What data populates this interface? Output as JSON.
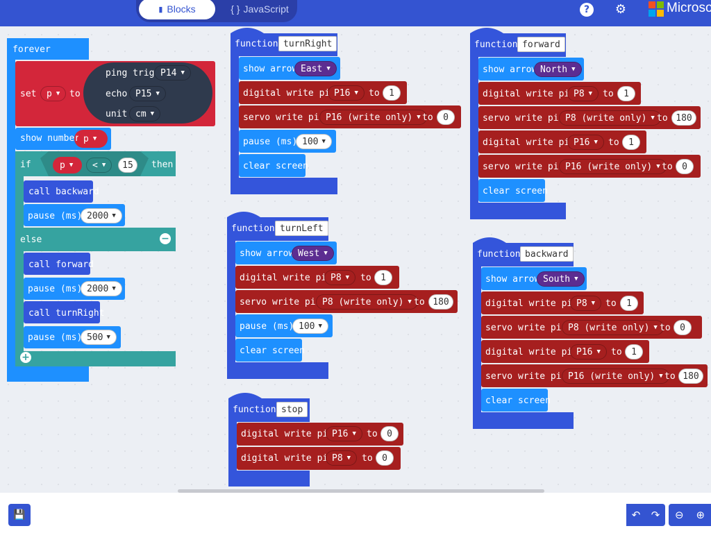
{
  "header": {
    "tab_blocks": "Blocks",
    "tab_js": "JavaScript",
    "brand": "Microsoft"
  },
  "colors": {
    "accent": "#3454d1",
    "basic": "#1e90ff",
    "function": "#3455db",
    "pins": "#a61f1f",
    "logic": "#36a3a0",
    "variable": "#d3263a",
    "sonar": "#2f3a4d",
    "led": "#5c2d91"
  },
  "forever": {
    "label": "forever",
    "set": {
      "label": "set",
      "var": "p",
      "to": "to"
    },
    "ping": {
      "trig_label": "ping trig",
      "trig": "P14",
      "echo_label": "echo",
      "echo": "P15",
      "unit_label": "unit",
      "unit": "cm"
    },
    "show_number": {
      "label": "show number",
      "var": "p"
    },
    "if": {
      "label": "if",
      "var": "p",
      "op": "<",
      "value": "15",
      "then": "then"
    },
    "call_backward": "call backward",
    "pause1": {
      "label": "pause (ms)",
      "value": "2000"
    },
    "else": "else",
    "call_forward": "call forward",
    "pause2": {
      "label": "pause (ms)",
      "value": "2000"
    },
    "call_turnright": "call turnRight",
    "pause3": {
      "label": "pause (ms)",
      "value": "500"
    }
  },
  "functions": {
    "keyword": "function",
    "turnRight": {
      "name": "turnRight",
      "arrow_label": "show arrow",
      "arrow": "East",
      "dw1": {
        "label": "digital write pin",
        "pin": "P16",
        "to": "to",
        "value": "1"
      },
      "sw": {
        "label": "servo write pin",
        "pin": "P16 (write only)",
        "to": "to",
        "value": "0"
      },
      "pause": {
        "label": "pause (ms)",
        "value": "100"
      },
      "clear": "clear screen"
    },
    "turnLeft": {
      "name": "turnLeft",
      "arrow_label": "show arrow",
      "arrow": "West",
      "dw1": {
        "label": "digital write pin",
        "pin": "P8",
        "to": "to",
        "value": "1"
      },
      "sw": {
        "label": "servo write pin",
        "pin": "P8 (write only)",
        "to": "to",
        "value": "180"
      },
      "pause": {
        "label": "pause (ms)",
        "value": "100"
      },
      "clear": "clear screen"
    },
    "stop": {
      "name": "stop",
      "dw1": {
        "label": "digital write pin",
        "pin": "P16",
        "to": "to",
        "value": "0"
      },
      "dw2": {
        "label": "digital write pin",
        "pin": "P8",
        "to": "to",
        "value": "0"
      }
    },
    "forward": {
      "name": "forward",
      "arrow_label": "show arrow",
      "arrow": "North",
      "dw1": {
        "label": "digital write pin",
        "pin": "P8",
        "to": "to",
        "value": "1"
      },
      "sw1": {
        "label": "servo write pin",
        "pin": "P8 (write only)",
        "to": "to",
        "value": "180"
      },
      "dw2": {
        "label": "digital write pin",
        "pin": "P16",
        "to": "to",
        "value": "1"
      },
      "sw2": {
        "label": "servo write pin",
        "pin": "P16 (write only)",
        "to": "to",
        "value": "0"
      },
      "clear": "clear screen"
    },
    "backward": {
      "name": "backward",
      "arrow_label": "show arrow",
      "arrow": "South",
      "dw1": {
        "label": "digital write pin",
        "pin": "P8",
        "to": "to",
        "value": "1"
      },
      "sw1": {
        "label": "servo write pin",
        "pin": "P8 (write only)",
        "to": "to",
        "value": "0"
      },
      "dw2": {
        "label": "digital write pin",
        "pin": "P16",
        "to": "to",
        "value": "1"
      },
      "sw2": {
        "label": "servo write pin",
        "pin": "P16 (write only)",
        "to": "to",
        "value": "180"
      },
      "clear": "clear screen"
    }
  }
}
